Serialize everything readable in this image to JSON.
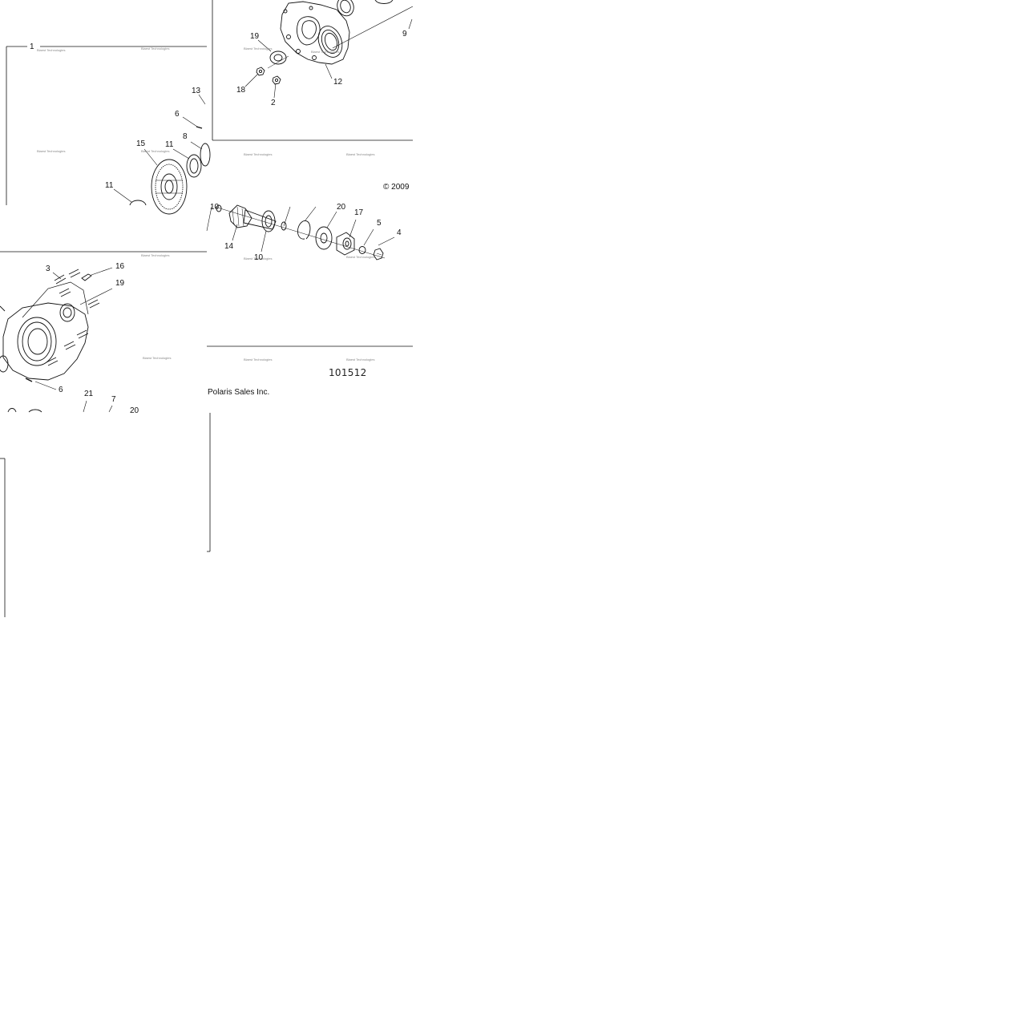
{
  "diagram": {
    "copyright": "© 2009",
    "company": "Polaris Sales Inc.",
    "diagram_number": "101512",
    "watermark": "Blaest Technologies",
    "callouts": {
      "p9": "9",
      "p19a": "19",
      "p18": "18",
      "p2": "2",
      "p12": "12",
      "p1": "1",
      "p13": "13",
      "p6a": "6",
      "p8": "8",
      "p15": "15",
      "p11a": "11",
      "p11b": "11",
      "p10a": "10",
      "p14": "14",
      "p10b": "10",
      "p20a": "20",
      "p17": "17",
      "p5": "5",
      "p4": "4",
      "p3": "3",
      "p16": "16",
      "p19b": "19",
      "p6b": "6",
      "p21": "21",
      "p7": "7",
      "p20b": "20"
    }
  }
}
